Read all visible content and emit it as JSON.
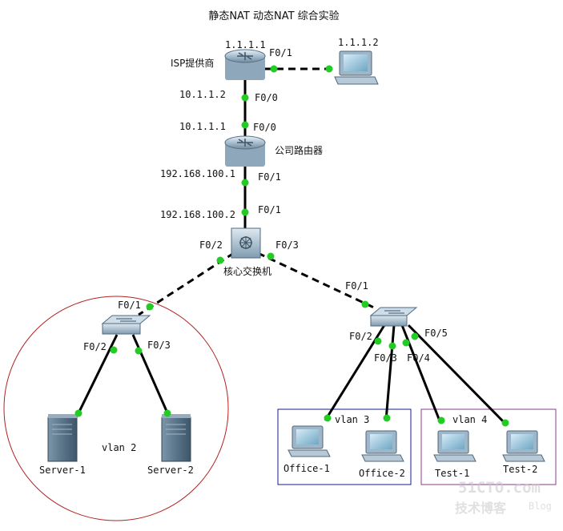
{
  "title": "静态NAT 动态NAT 综合实验",
  "devices": {
    "isp_router": {
      "name": "ISP提供商",
      "ip": "1.1.1.1"
    },
    "isp_pc": {
      "ip": "1.1.1.2"
    },
    "company_router": {
      "name": "公司路由器"
    },
    "core_switch": {
      "name": "核心交换机"
    },
    "server1": {
      "name": "Server-1"
    },
    "server2": {
      "name": "Server-2"
    },
    "office1": {
      "name": "Office-1"
    },
    "office2": {
      "name": "Office-2"
    },
    "test1": {
      "name": "Test-1"
    },
    "test2": {
      "name": "Test-2"
    }
  },
  "labels": {
    "isp_f01": "F0/1",
    "isp_ip_down": "10.1.1.2",
    "isp_f00": "F0/0",
    "co_ip_up": "10.1.1.1",
    "co_f00": "F0/0",
    "co_ip_down": "192.168.100.1",
    "co_f01": "F0/1",
    "core_ip": "192.168.100.2",
    "core_f01": "F0/1",
    "core_f02": "F0/2",
    "core_f03": "F0/3",
    "sw_left_f01": "F0/1",
    "sw_left_f02": "F0/2",
    "sw_left_f03": "F0/3",
    "sw_right_f01": "F0/1",
    "sw_right_f02": "F0/2",
    "sw_right_f03": "F0/3",
    "sw_right_f04": "F0/4",
    "sw_right_f05": "F0/5",
    "vlan2": "vlan 2",
    "vlan3": "vlan 3",
    "vlan4": "vlan 4"
  },
  "watermark": {
    "line1": "51CTO.com",
    "line2": "技术博客",
    "line3": "Blog"
  },
  "colors": {
    "link": "#000000",
    "port": "#22cc22",
    "vlan2_border": "#b22222",
    "vlan3_border": "#1a1a8c",
    "vlan4_border": "#8b3a8b"
  }
}
